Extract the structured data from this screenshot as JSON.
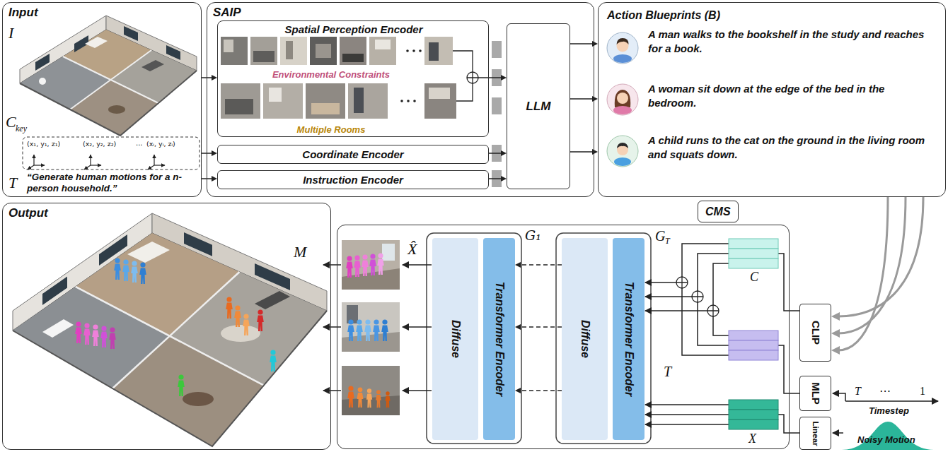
{
  "diagram": {
    "nodes": [
      {
        "text": [
          "Input"
        ]
      },
      {
        "text": [
          "SAIP"
        ]
      },
      {
        "text": [
          "Spatial Perception Encoder",
          "Environmental Constraints",
          "Multiple Rooms"
        ],
        "in": 1
      },
      {
        "text": [
          "Coordinate Encoder"
        ],
        "in": 1
      },
      {
        "text": [
          "Instruction Encoder"
        ],
        "in": 1
      },
      {
        "text": [
          "LLM"
        ],
        "in": 1
      },
      {
        "text": [
          "Action Blueprints (B)",
          "A man walks to the bookshelf in the study and reaches for a book.",
          "A woman sit down at the edge of the bed in the bedroom.",
          "A child runs to the cat on the ground in the living room and squats down."
        ]
      },
      {
        "text": [
          "Output"
        ]
      },
      {
        "text": [
          "CMS"
        ]
      },
      {
        "text": [
          "Diffuse"
        ],
        "in": 8
      },
      {
        "text": [
          "Transformer Encoder"
        ],
        "in": 8
      },
      {
        "text": [
          "Diffuse"
        ],
        "in": 8
      },
      {
        "text": [
          "Transformer Encoder"
        ],
        "in": 8
      },
      {
        "text": [
          "CLIP"
        ]
      },
      {
        "text": [
          "MLP"
        ]
      },
      {
        "text": [
          "Linear"
        ]
      }
    ],
    "edges": [
      {
        "from": 0,
        "to": 2,
        "arrow": "to"
      },
      {
        "from": 0,
        "to": 3,
        "arrow": "to"
      },
      {
        "from": 0,
        "to": 4,
        "arrow": "to"
      },
      {
        "from": 2,
        "to": 5,
        "arrow": "to"
      },
      {
        "from": 3,
        "to": 5,
        "arrow": "to"
      },
      {
        "from": 4,
        "to": 5,
        "arrow": "to"
      },
      {
        "from": 5,
        "to": 6,
        "arrow": "to"
      },
      {
        "from": 5,
        "to": 6,
        "arrow": "to"
      },
      {
        "from": 5,
        "to": 6,
        "arrow": "to"
      },
      {
        "from": 6,
        "to": 13,
        "arrow": "to"
      },
      {
        "from": 6,
        "to": 13,
        "arrow": "to"
      },
      {
        "from": 6,
        "to": 13,
        "arrow": "to"
      },
      {
        "from": 11,
        "to": 10,
        "arrow": "to"
      },
      {
        "from": 11,
        "to": 10,
        "arrow": "to"
      },
      {
        "from": 11,
        "to": 10,
        "arrow": "to"
      },
      {
        "from": 13,
        "to": 8,
        "arrow": "none"
      },
      {
        "from": 14,
        "to": 8,
        "arrow": "none"
      },
      {
        "from": 15,
        "to": 8,
        "arrow": "none"
      }
    ],
    "labels": [
      "I",
      "C",
      "key",
      "(x₁, y₁, z₁)",
      "(x₂, y₂, z₂)",
      "...",
      "(xᵢ, yᵢ, zᵢ)",
      "T",
      "“Generate human motions for a n-person household.”",
      "M",
      "X̂",
      "G₁",
      "G",
      "T",
      "C",
      "T",
      "X",
      "T",
      "⋯",
      "1",
      "Timestep",
      "Noisy Motion"
    ]
  }
}
